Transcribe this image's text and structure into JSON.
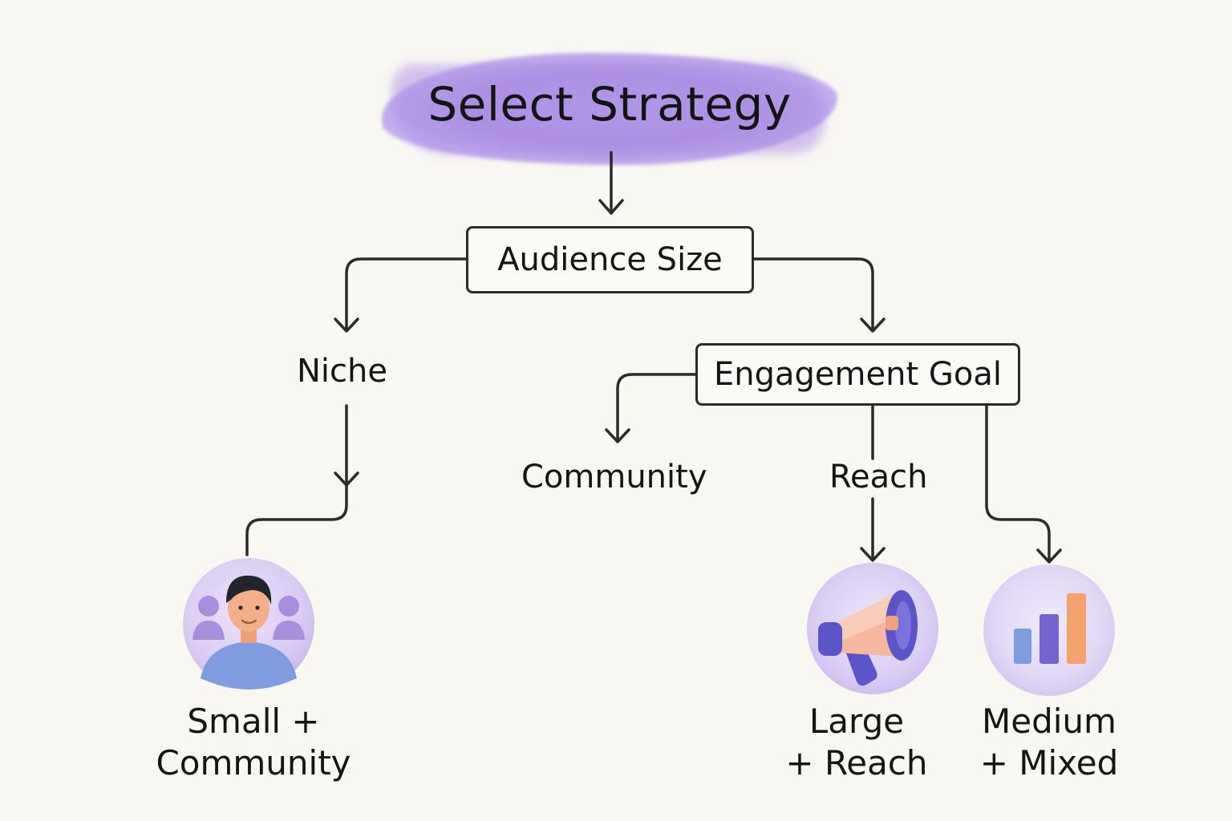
{
  "title": "Select Strategy",
  "nodes": {
    "audience_size": "Audience Size",
    "niche": "Niche",
    "engagement_goal": "Engagement Goal",
    "community": "Community",
    "reach": "Reach"
  },
  "outcomes": {
    "small": {
      "line1": "Small +",
      "line2": "Community",
      "icon": "person-group-icon"
    },
    "large": {
      "line1": "Large",
      "line2": "+ Reach",
      "icon": "megaphone-icon"
    },
    "medium": {
      "line1": "Medium",
      "line2": "+ Mixed",
      "icon": "bar-chart-icon"
    }
  },
  "colors": {
    "accent_purple": "#a98be2",
    "stroke": "#2b2b2b",
    "background": "#f9f7f2",
    "orange": "#f3a36b",
    "blue": "#7f9de0"
  }
}
